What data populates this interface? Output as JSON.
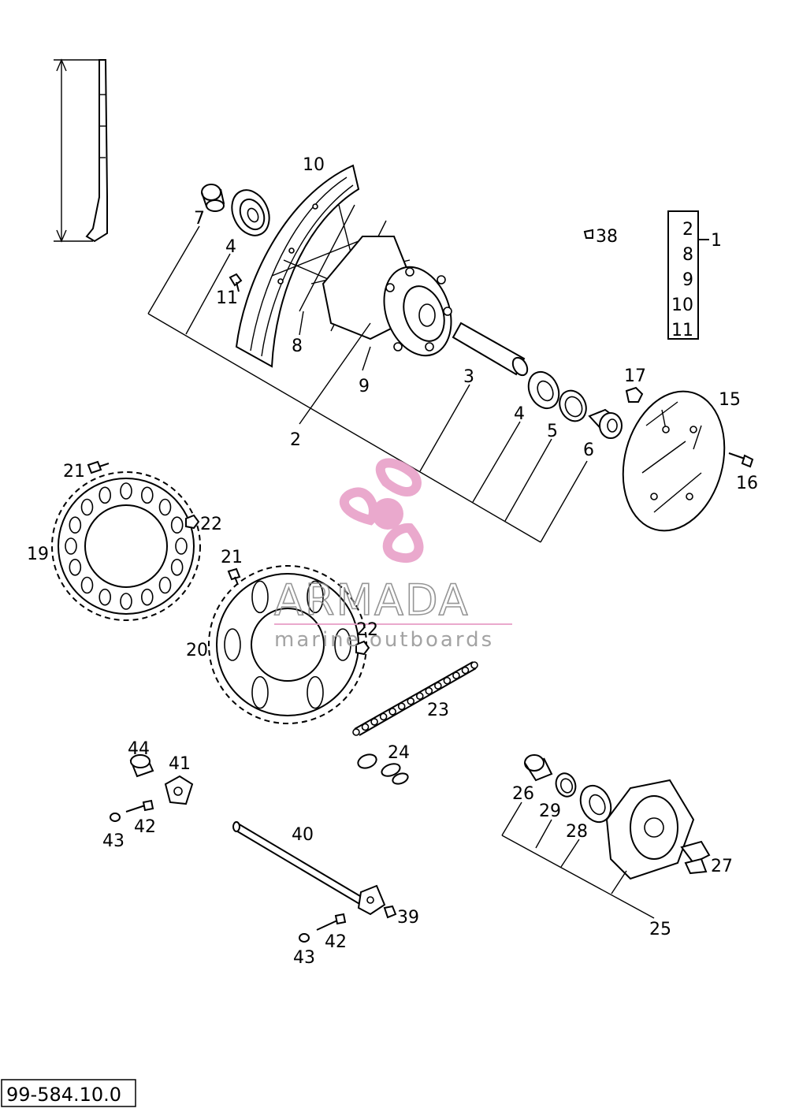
{
  "diagram_code": "99-584.10.0",
  "watermark": {
    "brand": "ARMADA",
    "tagline": "marine outboards",
    "logo_icon": "propeller-icon",
    "logo_color": "#e8a0c8"
  },
  "kit": {
    "number": "1",
    "contents": [
      "2",
      "8",
      "9",
      "10",
      "11"
    ]
  },
  "labels": {
    "p1": "1",
    "p2": "2",
    "p3": "3",
    "p4a": "4",
    "p4b": "4",
    "p5": "5",
    "p6": "6",
    "p7": "7",
    "p8": "8",
    "p9": "9",
    "p10": "10",
    "p11": "11",
    "p15": "15",
    "p16": "16",
    "p17": "17",
    "p19": "19",
    "p20": "20",
    "p21a": "21",
    "p21b": "21",
    "p22a": "22",
    "p22b": "22",
    "p23": "23",
    "p24": "24",
    "p25": "25",
    "p26": "26",
    "p27": "27",
    "p28": "28",
    "p29": "29",
    "p38": "38",
    "p39": "39",
    "p40": "40",
    "p41": "41",
    "p42a": "42",
    "p42b": "42",
    "p43a": "43",
    "p43b": "43",
    "p44": "44"
  }
}
